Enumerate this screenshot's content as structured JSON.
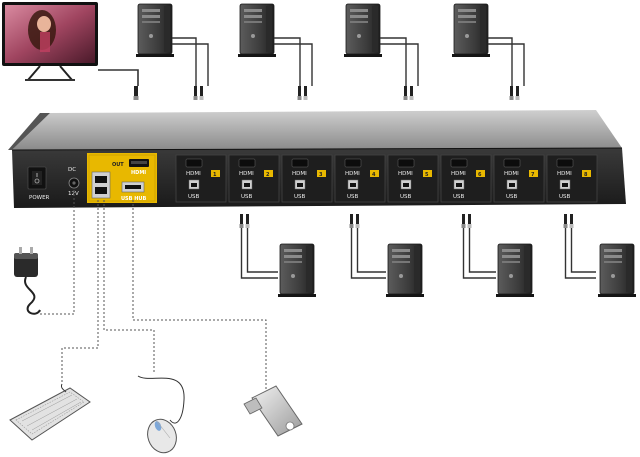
{
  "device": {
    "power_label": "POWER",
    "dc_label": "DC",
    "voltage_label": "12V",
    "out_label": "OUT",
    "hdmi_label": "HDMI",
    "usb_label": "USB",
    "usb_hub_label": "USB HUB"
  },
  "ports": [
    {
      "hdmi": "HDMI",
      "num": "1",
      "usb": "USB"
    },
    {
      "hdmi": "HDMI",
      "num": "2",
      "usb": "USB"
    },
    {
      "hdmi": "HDMI",
      "num": "3",
      "usb": "USB"
    },
    {
      "hdmi": "HDMI",
      "num": "4",
      "usb": "USB"
    },
    {
      "hdmi": "HDMI",
      "num": "5",
      "usb": "USB"
    },
    {
      "hdmi": "HDMI",
      "num": "6",
      "usb": "USB"
    },
    {
      "hdmi": "HDMI",
      "num": "7",
      "usb": "USB"
    },
    {
      "hdmi": "HDMI",
      "num": "8",
      "usb": "USB"
    }
  ],
  "colors": {
    "body": "#2b2b2b",
    "accent": "#e8b800",
    "cable": "#333333",
    "tower": "#4a4a4a"
  },
  "icons": [
    "monitor-icon",
    "computer-tower-icon",
    "power-adapter-icon",
    "keyboard-icon",
    "mouse-icon",
    "usb-flash-drive-icon"
  ]
}
